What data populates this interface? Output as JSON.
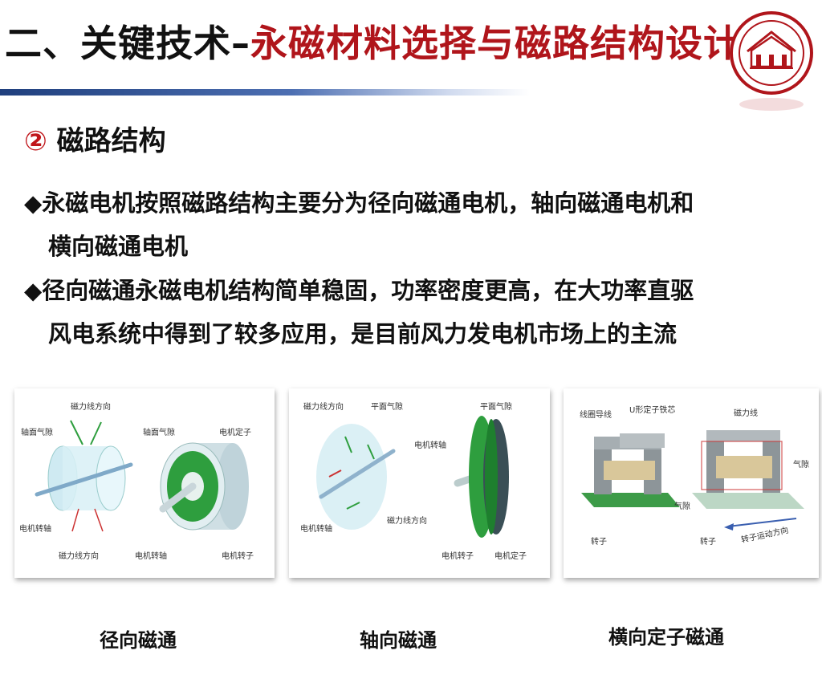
{
  "header": {
    "title_prefix": "二、关键技术–",
    "title_highlight": "永磁材料选择与磁路结构设计"
  },
  "subtitle": {
    "number": "②",
    "text": "磁路结构"
  },
  "bullets": [
    {
      "line1": "◆永磁电机按照磁路结构主要分为径向磁通电机，轴向磁通电机和",
      "line2": "横向磁通电机"
    },
    {
      "line1": "◆径向磁通永磁电机结构简单稳固，功率密度更高，在大功率直驱",
      "line2": "风电系统中得到了较多应用，是目前风力发电机市场上的主流"
    }
  ],
  "figures": [
    {
      "caption": "径向磁通",
      "labels": {
        "flux_top": "磁力线方向",
        "gap_left": "轴面气隙",
        "gap_right": "轴面气隙",
        "stator": "电机定子",
        "shaft_left": "电机转轴",
        "flux_bottom": "磁力线方向",
        "shaft_right": "电机转轴",
        "rotor": "电机转子"
      }
    },
    {
      "caption": "轴向磁通",
      "labels": {
        "flux_top": "磁力线方向",
        "gap_left": "平面气隙",
        "gap_right": "平面气隙",
        "shaft_top": "电机转轴",
        "shaft_left": "电机转轴",
        "flux_bottom": "磁力线方向",
        "rotor": "电机转子",
        "stator": "电机定子"
      }
    },
    {
      "caption": "横向定子磁通",
      "labels": {
        "winding": "线圈导线",
        "core": "U形定子铁芯",
        "flux": "磁力线",
        "gap_right": "气隙",
        "gap_mid": "气隙",
        "rotor_left": "转子",
        "rotor_right": "转子",
        "motion": "转子运动方向"
      }
    }
  ],
  "colors": {
    "title_red": "#b0151b",
    "bar_blue": "#1f3f7d",
    "rotor_green": "#2e9e3e"
  }
}
